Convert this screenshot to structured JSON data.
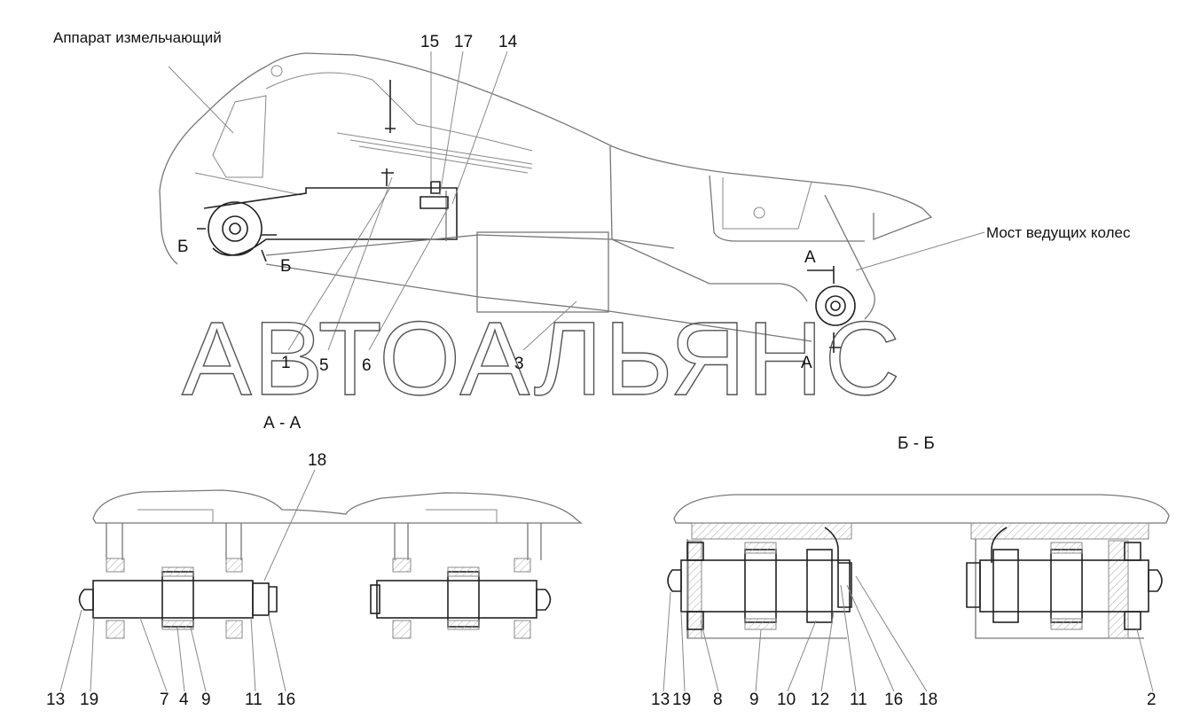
{
  "annotations": {
    "shredder": "Аппарат измельчающий",
    "drive_axle": "Мост ведущих колес"
  },
  "watermark": "АВТОАЛЬЯНС",
  "section_titles": {
    "aa": "А - А",
    "bb": "Б - Б"
  },
  "section_markers": {
    "b_left": "Б",
    "b_bottom": "Б",
    "a_top": "А",
    "a_bottom": "А"
  },
  "top_view_numbers": {
    "n15": "15",
    "n17": "17",
    "n14": "14",
    "n1": "1",
    "n5": "5",
    "n6": "6",
    "n3": "3"
  },
  "aa_numbers": {
    "n18": "18",
    "n13": "13",
    "n19": "19",
    "n7": "7",
    "n4": "4",
    "n9": "9",
    "n11": "11",
    "n16": "16"
  },
  "bb_numbers": {
    "n13": "13",
    "n19": "19",
    "n8": "8",
    "n9": "9",
    "n10": "10",
    "n12": "12",
    "n11": "11",
    "n16": "16",
    "n18": "18",
    "n2": "2"
  }
}
